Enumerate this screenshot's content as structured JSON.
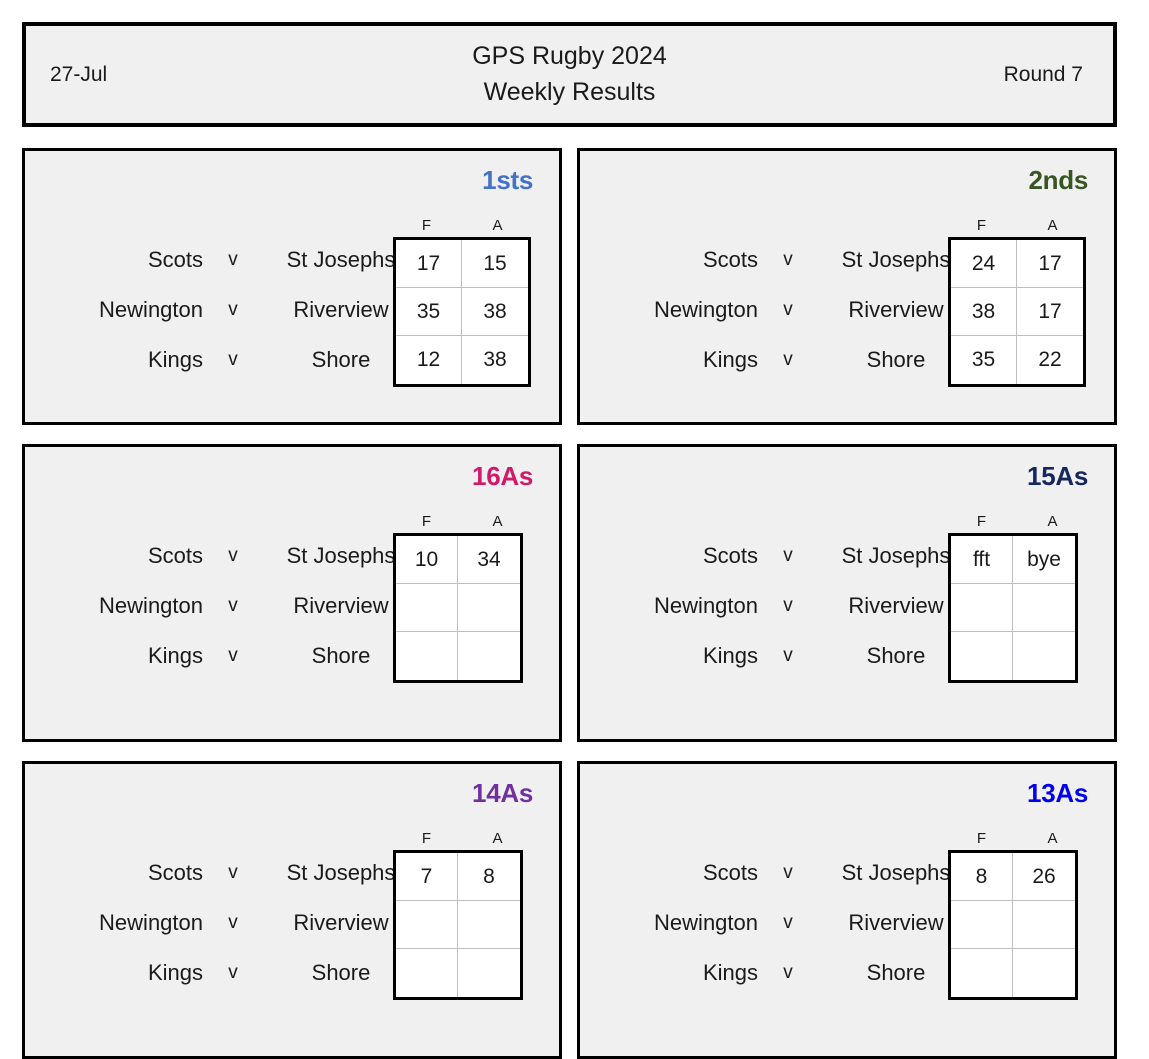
{
  "header": {
    "date": "27-Jul",
    "title_line1": "GPS Rugby 2024",
    "title_line2": "Weekly Results",
    "round": "Round 7"
  },
  "column_headers": {
    "for": "F",
    "against": "A"
  },
  "panels": [
    {
      "grade": "1sts",
      "color": "#4472C4",
      "fixtures": [
        {
          "home": "Scots",
          "vs": "v",
          "away": "St Josephs",
          "f": "17",
          "a": "15"
        },
        {
          "home": "Newington",
          "vs": "v",
          "away": "Riverview",
          "f": "35",
          "a": "38"
        },
        {
          "home": "Kings",
          "vs": "v",
          "away": "Shore",
          "f": "12",
          "a": "38"
        }
      ]
    },
    {
      "grade": "2nds",
      "color": "#375623",
      "fixtures": [
        {
          "home": "Scots",
          "vs": "v",
          "away": "St Josephs",
          "f": "24",
          "a": "17"
        },
        {
          "home": "Newington",
          "vs": "v",
          "away": "Riverview",
          "f": "38",
          "a": "17"
        },
        {
          "home": "Kings",
          "vs": "v",
          "away": "Shore",
          "f": "35",
          "a": "22"
        }
      ]
    },
    {
      "grade": "16As",
      "color": "#CE1A68",
      "fixtures": [
        {
          "home": "Scots",
          "vs": "v",
          "away": "St Josephs",
          "f": "10",
          "a": "34"
        },
        {
          "home": "Newington",
          "vs": "v",
          "away": "Riverview",
          "f": "",
          "a": ""
        },
        {
          "home": "Kings",
          "vs": "v",
          "away": "Shore",
          "f": "",
          "a": ""
        }
      ]
    },
    {
      "grade": "15As",
      "color": "#14275E",
      "fixtures": [
        {
          "home": "Scots",
          "vs": "v",
          "away": "St Josephs",
          "f": "fft",
          "a": "bye"
        },
        {
          "home": "Newington",
          "vs": "v",
          "away": "Riverview",
          "f": "",
          "a": ""
        },
        {
          "home": "Kings",
          "vs": "v",
          "away": "Shore",
          "f": "",
          "a": ""
        }
      ]
    },
    {
      "grade": "14As",
      "color": "#7030A0",
      "fixtures": [
        {
          "home": "Scots",
          "vs": "v",
          "away": "St Josephs",
          "f": "7",
          "a": "8"
        },
        {
          "home": "Newington",
          "vs": "v",
          "away": "Riverview",
          "f": "",
          "a": ""
        },
        {
          "home": "Kings",
          "vs": "v",
          "away": "Shore",
          "f": "",
          "a": ""
        }
      ]
    },
    {
      "grade": "13As",
      "color": "#0000EE",
      "fixtures": [
        {
          "home": "Scots",
          "vs": "v",
          "away": "St Josephs",
          "f": "8",
          "a": "26"
        },
        {
          "home": "Newington",
          "vs": "v",
          "away": "Riverview",
          "f": "",
          "a": ""
        },
        {
          "home": "Kings",
          "vs": "v",
          "away": "Shore",
          "f": "",
          "a": ""
        }
      ]
    }
  ]
}
